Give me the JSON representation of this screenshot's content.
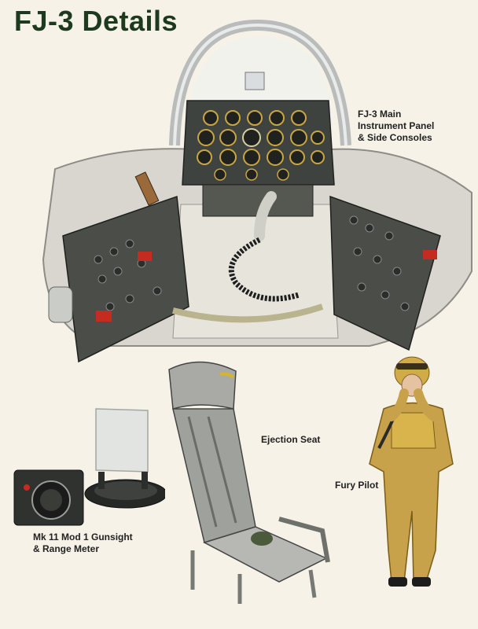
{
  "title": "FJ-3 Details",
  "captions": {
    "panel": [
      "FJ-3 Main",
      "Instrument Panel",
      "& Side Consoles"
    ],
    "seat": "Ejection Seat",
    "pilot": "Fury Pilot",
    "gunsight": [
      "Mk 11 Mod 1 Gunsight",
      "& Range Meter"
    ]
  },
  "colors": {
    "background": "#f6f2e8",
    "title": "#1d3a1e",
    "console": "#4a4d48",
    "canopy_frame": "#bfc2c0",
    "flight_suit": "#c8a24a",
    "warning_red": "#c62b1f"
  }
}
